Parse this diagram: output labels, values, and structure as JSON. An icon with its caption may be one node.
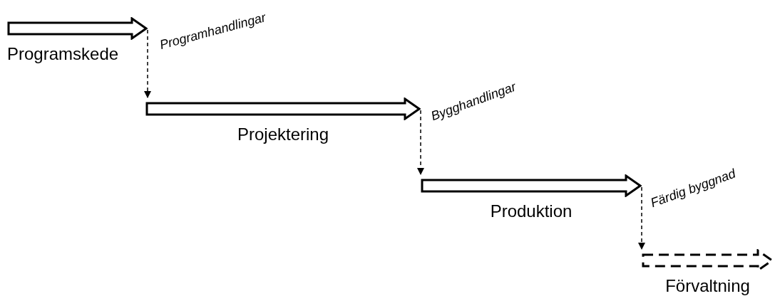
{
  "diagram": {
    "nodes": [
      {
        "text": [
          "Programskede"
        ]
      },
      {
        "text": [
          "Projektering"
        ]
      },
      {
        "text": [
          "Produktion"
        ]
      },
      {
        "text": [
          "Förvaltning"
        ]
      }
    ],
    "edges": [
      {
        "from": 0,
        "to": 1,
        "arrow": "to",
        "label": "Programhandlingar",
        "style": "dashed"
      },
      {
        "from": 1,
        "to": 2,
        "arrow": "to",
        "label": "Bygghandlingar",
        "style": "dashed"
      },
      {
        "from": 2,
        "to": 3,
        "arrow": "to",
        "label": "Färdig byggnad",
        "style": "dashed"
      }
    ]
  }
}
